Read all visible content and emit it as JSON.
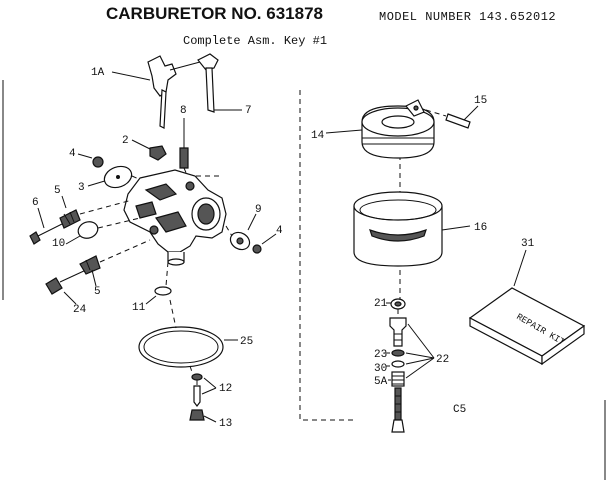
{
  "header": {
    "title": "CARBURETOR NO. 631878",
    "model": "MODEL NUMBER 143.652012",
    "subtitle": "Complete Asm. Key #1"
  },
  "parts": {
    "p1a": "1A",
    "p2": "2",
    "p3": "3",
    "p4a": "4",
    "p4b": "4",
    "p5a": "5",
    "p5b": "5",
    "p6": "6",
    "p7": "7",
    "p8": "8",
    "p9": "9",
    "p10": "10",
    "p11": "11",
    "p12": "12",
    "p13": "13",
    "p14": "14",
    "p15": "15",
    "p16": "16",
    "p21": "21",
    "p22": "22",
    "p23": "23",
    "p24": "24",
    "p25": "25",
    "p30": "30",
    "p31": "31",
    "p5a_kit": "5A"
  },
  "repair_kit_label": "REPAIR KIT",
  "figure_code": "C5"
}
